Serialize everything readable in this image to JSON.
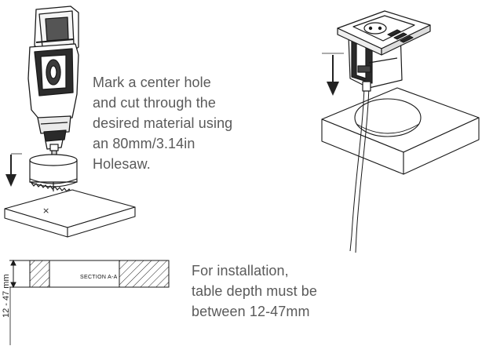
{
  "instructions": {
    "cut_lines": [
      "Mark a center hole",
      "and cut through the",
      "desired material using",
      "an 80mm/3.14in",
      "Holesaw."
    ],
    "depth_lines": [
      "For installation,",
      "table depth must be",
      "between 12-47mm"
    ]
  },
  "section": {
    "label": "SECTION A-A",
    "dimension": "12 - 47 mm"
  },
  "marks": {
    "center_mark": "×"
  },
  "colors": {
    "text": "#5a5a5a",
    "line": "#1a1a1a",
    "arrow": "#222222"
  }
}
